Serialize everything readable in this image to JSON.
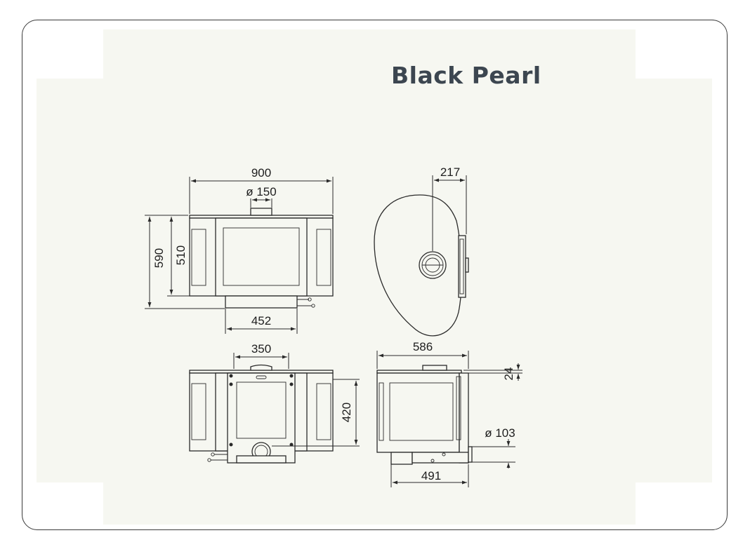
{
  "title": "Black Pearl",
  "colors": {
    "background": "#f6f7f1",
    "border": "#3a3a3a",
    "title": "#3c4650",
    "lines": "#2a2a2a"
  },
  "dimensions": {
    "front_width": "900",
    "flue_diameter_top": "ø 150",
    "total_height": "590",
    "body_height": "510",
    "base_width": "452",
    "top_offset": "217",
    "rear_flue_width": "350",
    "rear_flue_height": "420",
    "side_depth": "586",
    "top_plate": "24",
    "rear_flue_diameter": "ø 103",
    "base_depth": "491"
  }
}
